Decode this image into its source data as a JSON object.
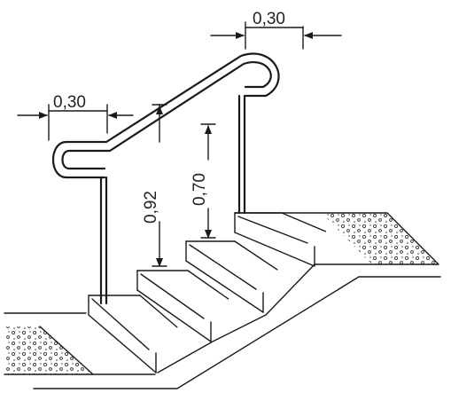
{
  "dimensions": {
    "top_extension": "0,30",
    "left_extension": "0,30",
    "upper_rail_height": "0,92",
    "lower_rail_height": "0,70"
  },
  "colors": {
    "line": "#1a1a1a",
    "background": "#ffffff"
  }
}
